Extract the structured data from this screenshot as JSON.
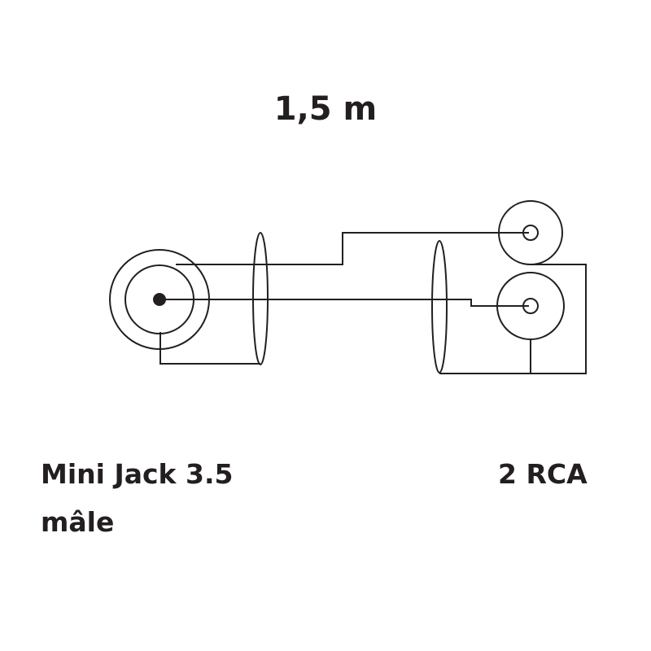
{
  "cable_length": "1,5 m",
  "left_connector": {
    "line1": "Mini Jack 3.5",
    "line2": "mâle"
  },
  "right_connector": {
    "label": "2 RCA"
  },
  "colors": {
    "ink": "#231f20",
    "background": "#ffffff"
  }
}
